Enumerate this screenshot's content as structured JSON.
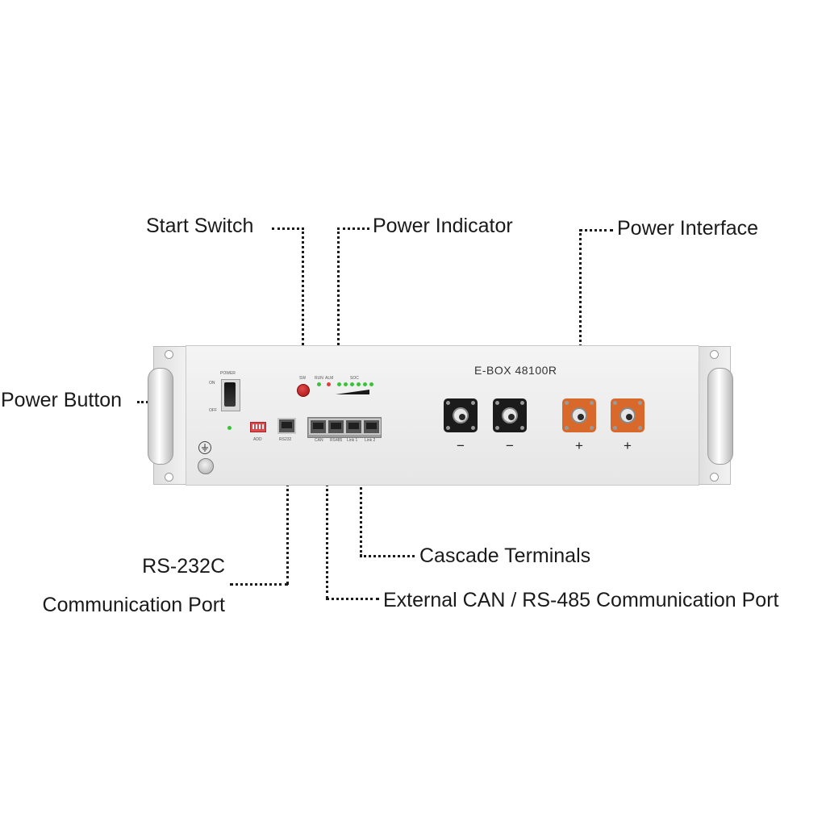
{
  "callouts": {
    "start_switch": "Start Switch",
    "power_indicator": "Power Indicator",
    "power_interface": "Power Interface",
    "power_button": "Power Button",
    "rs232_line1": "RS-232C",
    "rs232_line2": "Communication Port",
    "cascade": "Cascade Terminals",
    "external": "External CAN / RS-485 Communication Port"
  },
  "device": {
    "model": "E-BOX 48100R",
    "power_label": "POWER",
    "on_label": "ON",
    "off_label": "OFF",
    "add_label": "ADD",
    "sw_label": "SW",
    "run_label": "RUN",
    "alm_label": "ALM",
    "soc_label": "SOC",
    "port_labels": [
      "RS232",
      "CAN",
      "RS485",
      "Link 1",
      "Link 2"
    ],
    "terminal_polarity": [
      "−",
      "−",
      "+",
      "+"
    ]
  },
  "colors": {
    "led_green": "#3cc13c",
    "led_red": "#e33b3b",
    "terminal_negative": "#1b1b1b",
    "terminal_positive": "#d8692a"
  }
}
